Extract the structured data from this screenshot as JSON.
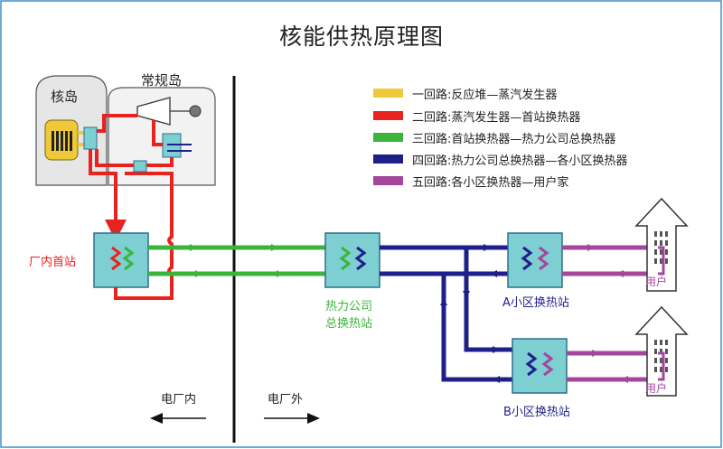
{
  "title": "核能供热原理图",
  "labels": {
    "nuclear_island": "核岛",
    "conventional_island": "常规岛",
    "plant_station": "厂内首站",
    "company_station_line1": "热力公司",
    "company_station_line2": "总换热站",
    "station_a": "A小区换热站",
    "station_b": "B小区换热站",
    "user_a": "用户",
    "user_b": "用户",
    "inside_plant": "电厂内",
    "outside_plant": "电厂外"
  },
  "legend": [
    {
      "text": "一回路:反应堆—蒸汽发生器",
      "color": "#f0c93a"
    },
    {
      "text": "二回路:蒸汽发生器—首站换热器",
      "color": "#e8231f"
    },
    {
      "text": "三回路:首站换热器—热力公司总换热器",
      "color": "#3cb43c"
    },
    {
      "text": "四回路:热力公司总换热器—各小区换热器",
      "color": "#1f1f8c"
    },
    {
      "text": "五回路:各小区换热器—用户家",
      "color": "#a4479c"
    }
  ],
  "colors": {
    "heat_exchanger": "#7ecfd2",
    "nuclear_label": "#222222",
    "plant_station_label": "#e8231f",
    "company_label": "#3cb43c",
    "station_label": "#1f1f8c",
    "user_label": "#a4479c"
  },
  "icons": [
    "reactor-icon",
    "steam-generator-icon",
    "turbine-icon",
    "generator-icon",
    "condenser-icon",
    "heat-exchanger-icon",
    "house-icon",
    "arrow-left-icon",
    "arrow-right-icon"
  ]
}
